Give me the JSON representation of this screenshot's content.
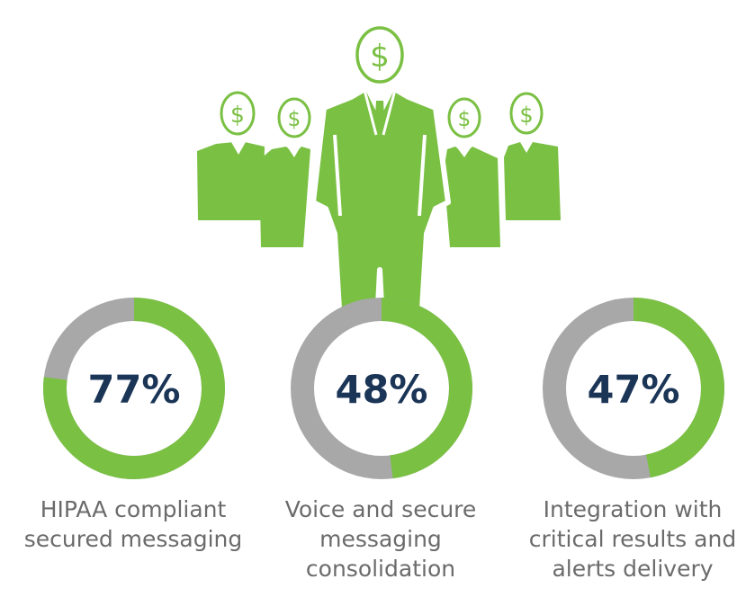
{
  "chart_data": {
    "type": "pie",
    "colors": {
      "accent": "#7ac043",
      "remainder": "#a8a8a8",
      "value_text": "#1b3557",
      "caption_text": "#6b6b6b"
    },
    "items": [
      {
        "value": 77,
        "label": "77%",
        "caption": [
          "HIPAA compliant",
          "secured messaging"
        ]
      },
      {
        "value": 48,
        "label": "48%",
        "caption": [
          "Voice and secure",
          "messaging",
          "consolidation"
        ]
      },
      {
        "value": 47,
        "label": "47%",
        "caption": [
          "Integration with",
          "critical results and",
          "alerts delivery"
        ]
      }
    ]
  },
  "illustration": {
    "icon": "businessmen-with-dollar-heads",
    "head_symbol": "$"
  }
}
